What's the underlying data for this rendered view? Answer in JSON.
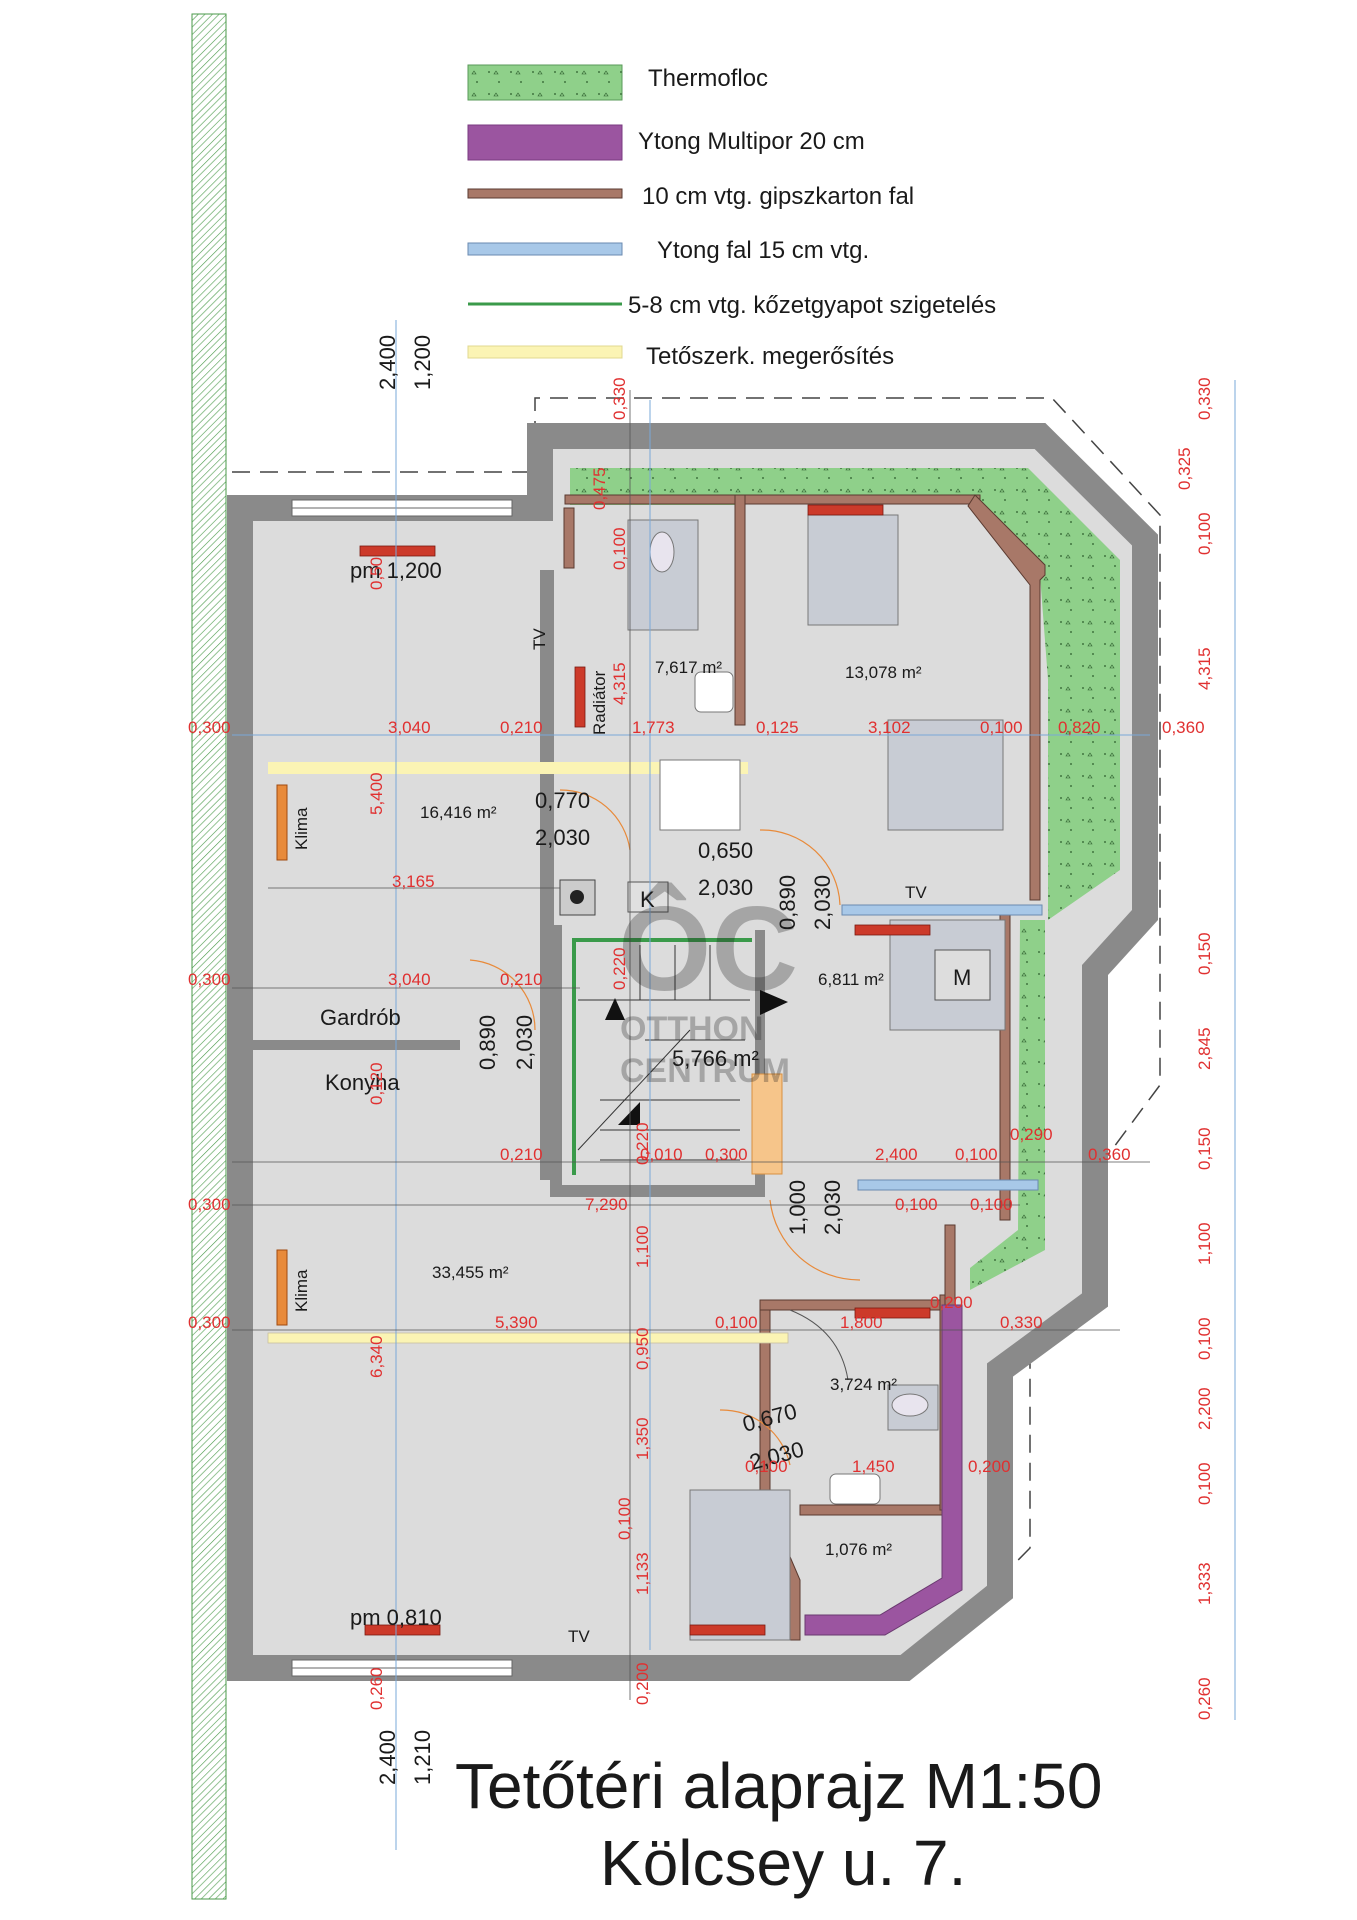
{
  "legend": {
    "items": [
      {
        "label": "Thermofloc",
        "color": "#8fd08a"
      },
      {
        "label": "Ytong Multipor 20 cm",
        "color": "#9b55a0"
      },
      {
        "label": "10 cm vtg. gipszkarton fal",
        "color": "#a87868"
      },
      {
        "label": "Ytong fal 15 cm vtg.",
        "color": "#a8c8e8"
      },
      {
        "label": "5-8 cm vtg. kőzetgyapot szigetelés",
        "color": "#3a9a4a"
      },
      {
        "label": "Tetőszerk. megerősítés",
        "color": "#fbf4b4"
      }
    ]
  },
  "title": {
    "line1": "Tetőtéri alaprajz M1:50",
    "line2": "Kölcsey u. 7."
  },
  "watermark": {
    "mark": "ÔC",
    "line1": "OTTHON",
    "line2": "CENTRUM"
  },
  "rooms": {
    "area_1": "16,416 m²",
    "area_2": "7,617 m²",
    "area_3": "13,078 m²",
    "area_4": "6,811 m²",
    "area_5": "5,766 m²",
    "area_6": "33,455 m²",
    "area_7": "3,724 m²",
    "area_8": "1,076 m²",
    "gardrob": "Gardrób",
    "konyha": "Konyha"
  },
  "labels": {
    "pm_top": "pm 1,200",
    "pm_bottom": "pm 0,810",
    "tv": "TV",
    "klima": "Klima",
    "radiator": "Radiátor",
    "k": "K",
    "m": "M"
  },
  "doors": {
    "d1_w": "0,770",
    "d1_h": "2,030",
    "d2_w": "0,650",
    "d2_h": "2,030",
    "d3_w": "0,890",
    "d3_h": "2,030",
    "d4_w": "0,890",
    "d4_h": "2,030",
    "d5_w": "1,000",
    "d5_h": "2,030",
    "d6_w": "0,670",
    "d6_h": "2,030"
  },
  "left_dims": {
    "top_a": "2,400",
    "top_b": "1,200",
    "bottom_a": "2,400",
    "bottom_b": "1,210"
  },
  "dims": {
    "r1": [
      "0,300",
      "3,040",
      "0,210",
      "1,773",
      "0,125",
      "3,102",
      "0,100",
      "0,820",
      "0,360"
    ],
    "r2": [
      "0,300",
      "3,040",
      "0,210"
    ],
    "r3": [
      "0,210",
      "0,010",
      "0,300",
      "2,400",
      "0,100",
      "0,290",
      "0,360"
    ],
    "r4": [
      "0,300",
      "7,290",
      "0,100",
      "0,100"
    ],
    "r5": [
      "0,300",
      "5,390",
      "0,100",
      "1,800",
      "0,200",
      "0,330"
    ],
    "r6": [
      "0,100",
      "1,450",
      "0,200"
    ],
    "mid_3165": "3,165",
    "v_mid": [
      "0,330",
      "0,475",
      "0,100",
      "4,315",
      "0,220",
      "0,220",
      "1,100",
      "0,950",
      "1,350",
      "0,100",
      "1,133",
      "0,200"
    ],
    "v_right": [
      "0,330",
      "0,325",
      "0,100",
      "4,315",
      "0,150",
      "2,845",
      "0,150",
      "1,100",
      "0,100",
      "2,200",
      "0,100",
      "1,333",
      "0,260"
    ],
    "v_left_a": "5,400",
    "v_left_b": "6,340",
    "v_left_c": "0,260",
    "v_left_d": "0,120",
    "v_left_e": "0,50"
  }
}
